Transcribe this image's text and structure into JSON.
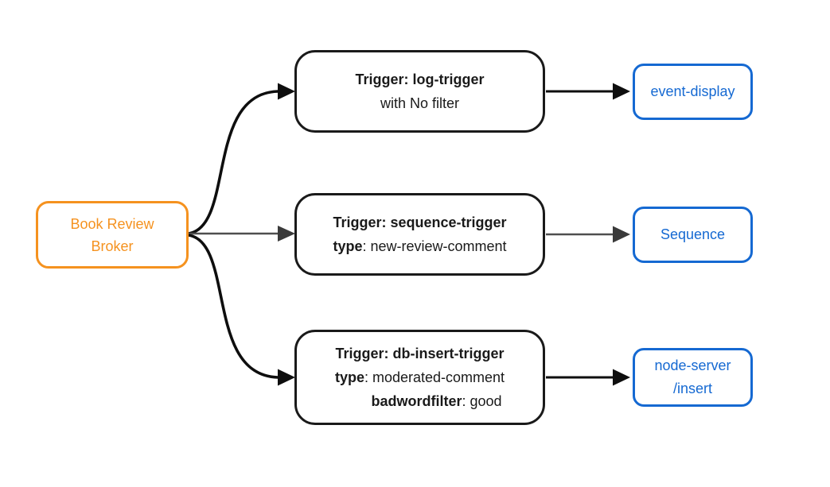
{
  "diagram": {
    "type": "flow-diagram",
    "colors": {
      "background": "#FFFFFF",
      "broker_accent": "#F5921F",
      "sink_accent": "#1569D2",
      "trigger_border": "#1A1A1A",
      "edge_black": "#0E0E0E",
      "edge_gray": "#4F4F4F",
      "arrowhead_black": "#0E0E0E",
      "arrowhead_gray": "#3A3A3A",
      "text_dark": "#1A1A1A"
    },
    "broker": {
      "label_line1": "Book Review",
      "label_line2": "Broker"
    },
    "triggers": [
      {
        "title": "Trigger: log-trigger",
        "attr1_key": "",
        "attr1_value": "with No filter"
      },
      {
        "title": "Trigger: sequence-trigger",
        "attr1_key": "type",
        "attr1_value": ": new-review-comment"
      },
      {
        "title": "Trigger: db-insert-trigger",
        "attr1_key": "type",
        "attr1_value": ": moderated-comment",
        "attr2_key": "badwordfilter",
        "attr2_value": ": good"
      }
    ],
    "sinks": [
      {
        "label": "event-display"
      },
      {
        "label": "Sequence"
      },
      {
        "label_line1": "node-server",
        "label_line2": "/insert"
      }
    ]
  }
}
